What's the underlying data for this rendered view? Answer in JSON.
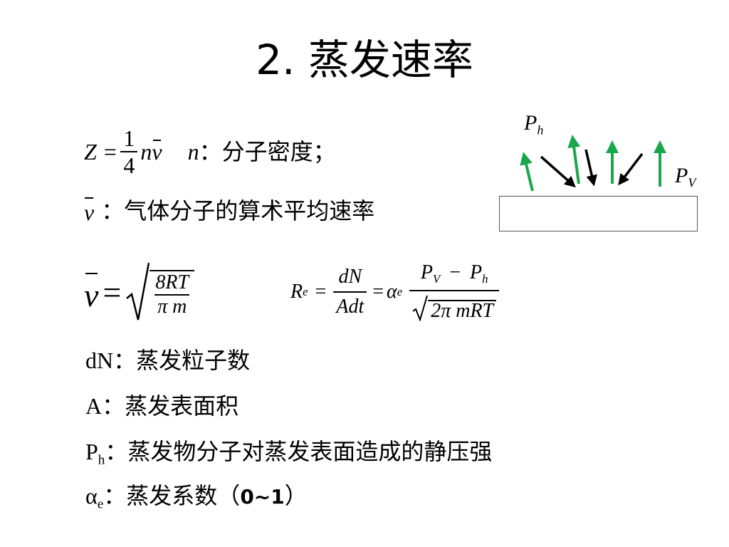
{
  "title": "2. 蒸发速率",
  "formula_z": {
    "lhs": "Z =",
    "num": "1",
    "den": "4",
    "rhs_n": "n",
    "rhs_v": "v",
    "note_var": "n",
    "note_text": "：分子密度；"
  },
  "vbar_line": {
    "symbol": "v",
    "text": "：气体分子的算术平均速率"
  },
  "vbar_formula": {
    "lhs": "v",
    "eq": "=",
    "num": "8RT",
    "den": "π m"
  },
  "re_formula": {
    "lhs": "R",
    "lhs_sub": "e",
    "eq1": "=",
    "num1": "dN",
    "den1": "Adt",
    "eq2": "=",
    "alpha": "α",
    "alpha_sub": "e",
    "num2_a": "P",
    "num2_a_sub": "V",
    "num2_op": "−",
    "num2_b": "P",
    "num2_b_sub": "h",
    "den2": "2π mRT"
  },
  "diagram": {
    "label_ph": "P",
    "label_ph_sub": "h",
    "label_pv": "P",
    "label_pv_sub": "V",
    "colors": {
      "up_arrow": "#1aa64a",
      "down_arrow": "#000000",
      "surface": "#555555"
    }
  },
  "definitions": [
    {
      "term": "dN",
      "sub": "",
      "text": "：蒸发粒子数",
      "extra": ""
    },
    {
      "term": "A",
      "sub": "",
      "text": "：蒸发表面积",
      "extra": ""
    },
    {
      "term": "P",
      "sub": "h",
      "text": "：蒸发物分子对蒸发表面造成的静压强",
      "extra": ""
    },
    {
      "term": "α",
      "sub": "e",
      "text": "：蒸发系数（",
      "extra": "0~1",
      "tail": "）"
    }
  ]
}
